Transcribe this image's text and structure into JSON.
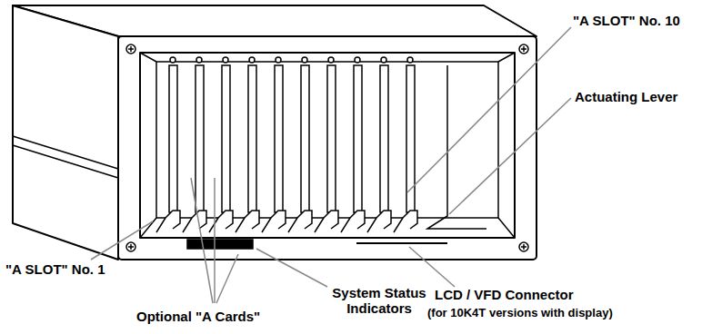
{
  "diagram": {
    "labels": [
      "\"A SLOT\" No. 10",
      "Actuating Lever",
      "\"A SLOT\" No. 1",
      "System Status Indicators",
      "LCD / VFD Connector",
      "(for 10K4T versions with display)",
      "Optional \"A Cards\""
    ]
  }
}
